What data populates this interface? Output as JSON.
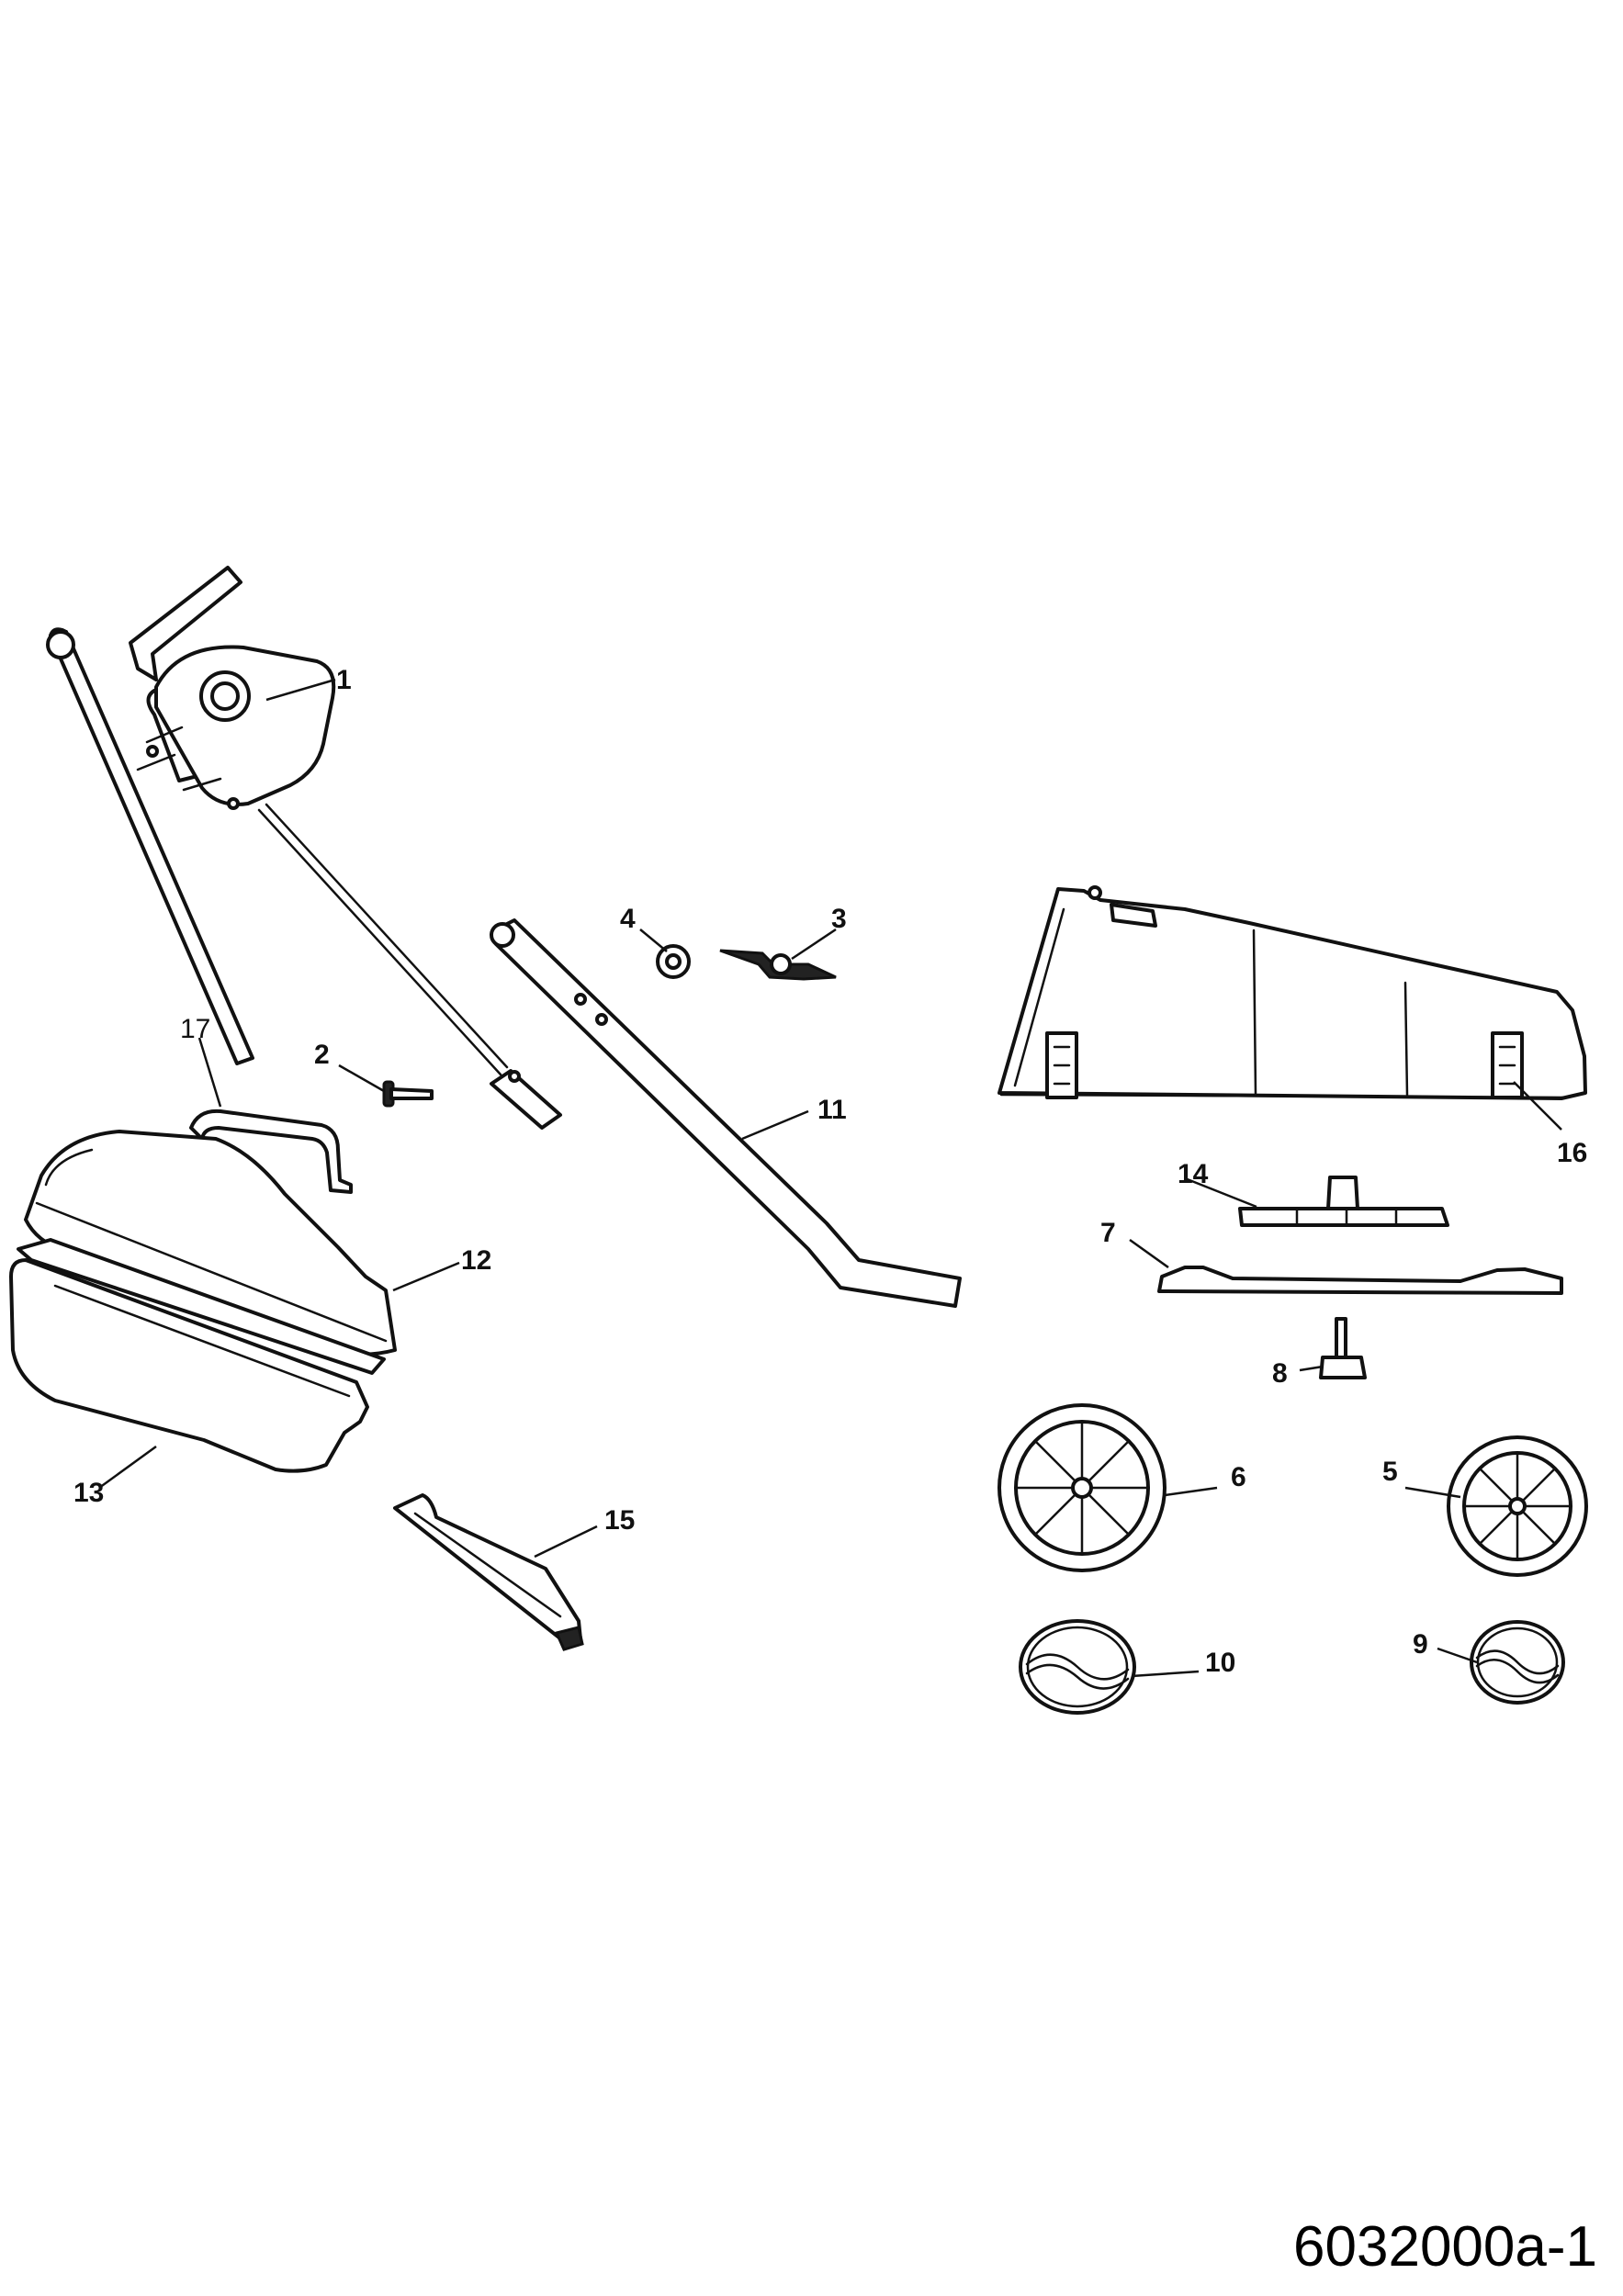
{
  "drawing_number": "6032000a-1",
  "parts": [
    {
      "callout": "1",
      "part": "upper-handle-with-engine-switch"
    },
    {
      "callout": "2",
      "part": "handle-bolt"
    },
    {
      "callout": "3",
      "part": "wing-nut"
    },
    {
      "callout": "4",
      "part": "washer"
    },
    {
      "callout": "5",
      "part": "front-wheel"
    },
    {
      "callout": "6",
      "part": "rear-wheel"
    },
    {
      "callout": "7",
      "part": "cutting-blade"
    },
    {
      "callout": "8",
      "part": "blade-bolt"
    },
    {
      "callout": "9",
      "part": "front-hub-cap"
    },
    {
      "callout": "10",
      "part": "rear-hub-cap"
    },
    {
      "callout": "11",
      "part": "lower-handle"
    },
    {
      "callout": "12",
      "part": "grass-catcher-top"
    },
    {
      "callout": "13",
      "part": "grass-catcher-bottom"
    },
    {
      "callout": "14",
      "part": "blade-adapter"
    },
    {
      "callout": "15",
      "part": "rear-flap"
    },
    {
      "callout": "16",
      "part": "mower-deck"
    },
    {
      "callout": "17",
      "part": "catcher-handle"
    }
  ]
}
